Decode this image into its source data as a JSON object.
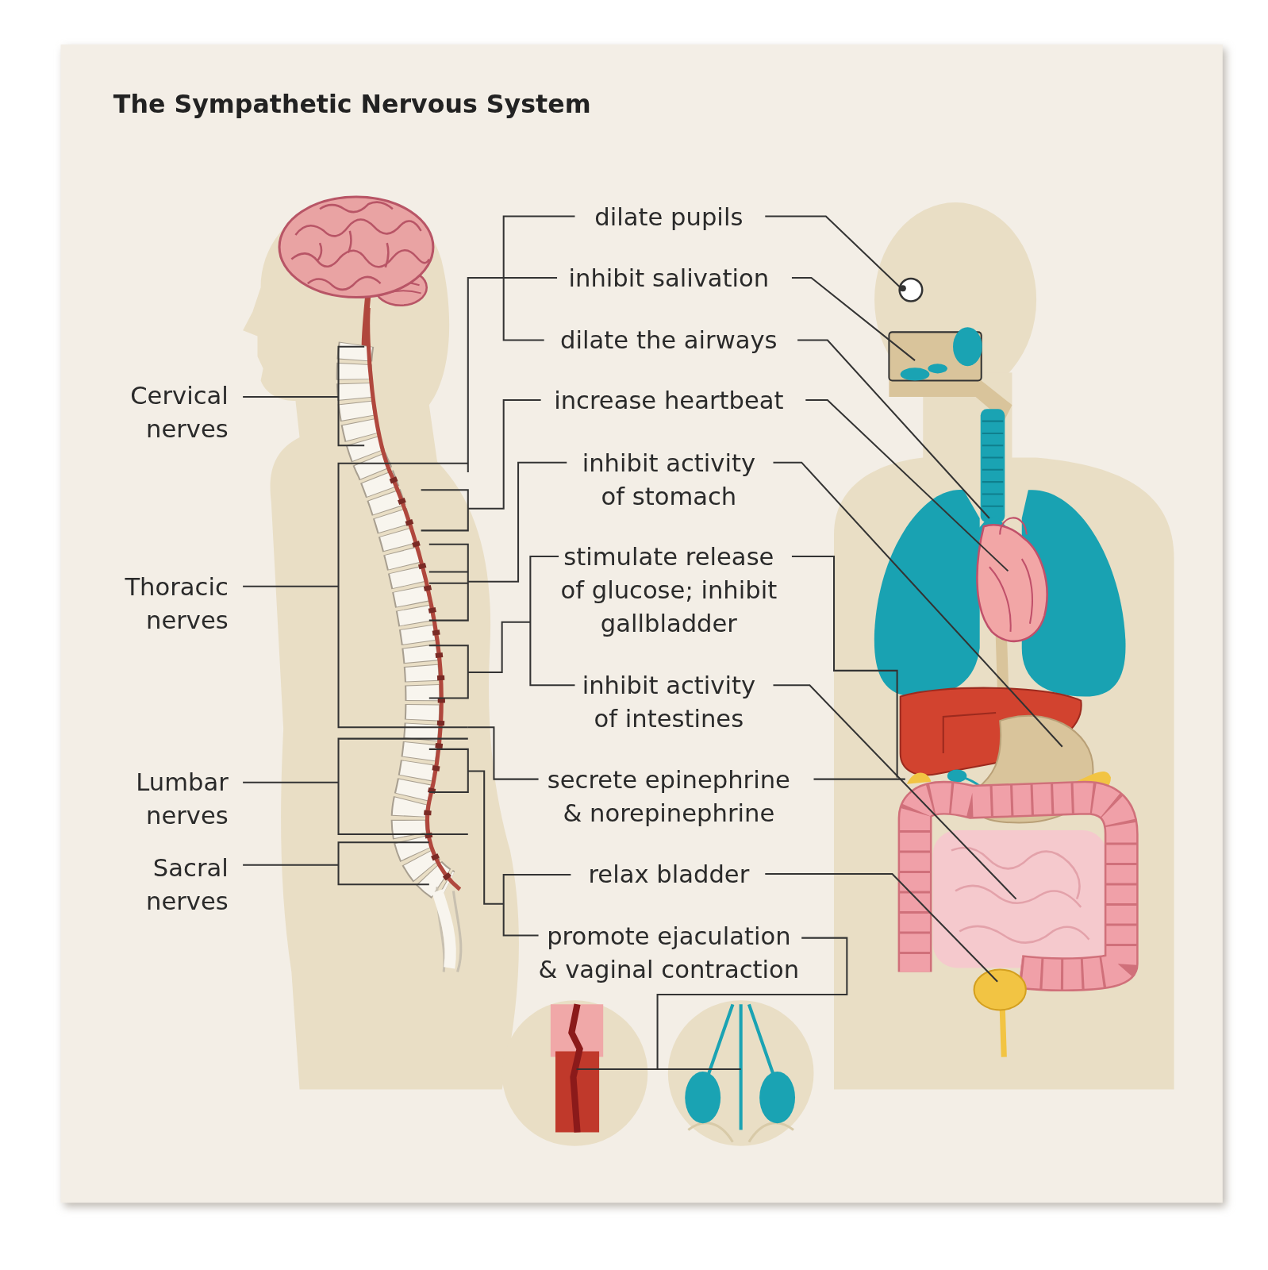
{
  "diagram": {
    "title": "The Sympathetic Nervous System",
    "labels": [
      "Cervical nerves",
      "Thoracic nerves",
      "Lumbar nerves",
      "Sacral nerves",
      "dilate pupils",
      "inhibit salivation",
      "dilate the airways",
      "increase heartbeat",
      "inhibit activity of stomach",
      "stimulate release of glucose; inhibit gallbladder",
      "inhibit activity of intestines",
      "secrete epinephrine & norepinephrine",
      "relax bladder",
      "promote ejaculation & vaginal contraction"
    ]
  }
}
